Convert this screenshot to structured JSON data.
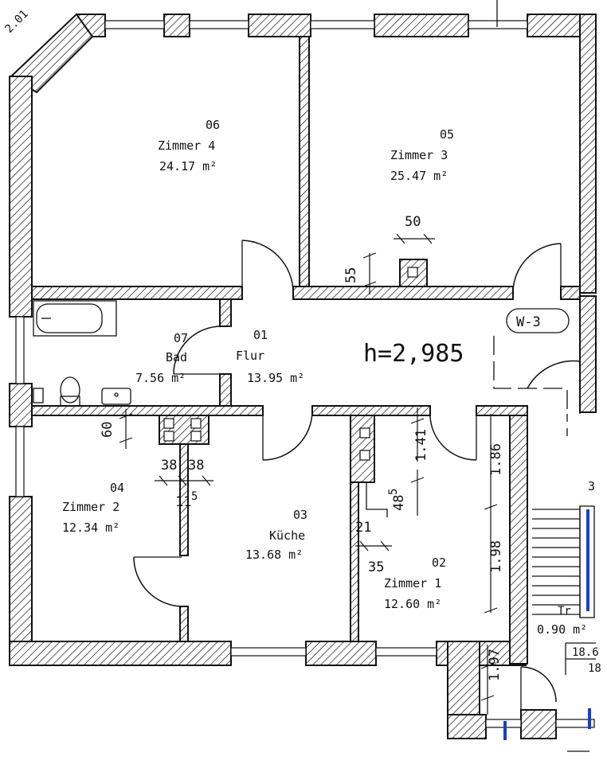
{
  "rooms": [
    {
      "number": "06",
      "name": "Zimmer 4",
      "area": "24.17 m²"
    },
    {
      "number": "05",
      "name": "Zimmer 3",
      "area": "25.47 m²"
    },
    {
      "number": "07",
      "name": "Bad",
      "area": "7.56 m²"
    },
    {
      "number": "01",
      "name": "Flur",
      "area": "13.95 m²"
    },
    {
      "number": "04",
      "name": "Zimmer 2",
      "area": "12.34 m²"
    },
    {
      "number": "03",
      "name": "Küche",
      "area": "13.68 m²"
    },
    {
      "number": "02",
      "name": "Zimmer 1",
      "area": "12.60 m²"
    }
  ],
  "ceiling_height": "h=2,985",
  "unit_label": "W-3",
  "corner_label": "2.01",
  "dimensions": {
    "d50": "50",
    "d55": "55",
    "d60": "60",
    "d38a": "38",
    "d38b": "38",
    "d11": "11",
    "d11_sup": "5",
    "d141": "1.41",
    "d48": "48",
    "d48_sup": "5",
    "d186": "1.86",
    "d21": "21",
    "d35": "35",
    "d198": "1.98",
    "d197": "1.97"
  },
  "stair_partial": {
    "label_tr": "Tr",
    "area": "0.90 m²",
    "num_3": "3",
    "v186": "18.6",
    "v18": "18"
  },
  "colors": {
    "wall_hatch": "#111111",
    "stair_marker": "#1a3fbf"
  }
}
